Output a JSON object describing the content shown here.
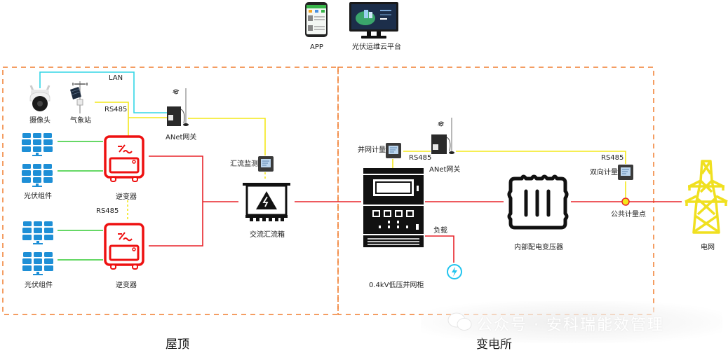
{
  "top": {
    "app_label": "APP",
    "platform_label": "光伏运维云平台"
  },
  "zones": {
    "rooftop_label": "屋顶",
    "substation_label": "变电所"
  },
  "rooftop": {
    "camera_label": "摄像头",
    "weather_label": "气象站",
    "lan_label": "LAN",
    "rs485_top_label": "RS485",
    "gateway_label": "ANet网关",
    "gateway_signal": "4G",
    "pv_label_1": "光伏组件",
    "pv_label_2": "光伏组件",
    "inverter_label_1": "逆变器",
    "inverter_label_2": "逆变器",
    "rs485_mid_label": "RS485",
    "combiner_monitor_label": "汇流监测",
    "ac_combiner_label": "交流汇流箱"
  },
  "substation": {
    "grid_meter_label": "并网计量",
    "rs485_label": "RS485",
    "gateway_label": "ANet网关",
    "gateway_signal": "4G",
    "cabinet_label": "0.4kV低压并网柜",
    "load_label": "负载",
    "transformer_label": "内部配电变压器",
    "rs485_right_label": "RS485",
    "bidirectional_meter_label": "双向计量",
    "pcc_label": "公共计量点",
    "grid_label": "电网"
  },
  "watermark": {
    "text": "公众号 · 安科瑞能效管理"
  },
  "colors": {
    "zone_border": "#f07d2e",
    "lan": "#33d6e6",
    "rs485": "#f3e81a",
    "dc": "#33cc33",
    "ac": "#e8242a",
    "inverter": "#ee1111",
    "pv": "#1e8fd6",
    "tower": "#f0e020",
    "load": "#22c4ee"
  }
}
